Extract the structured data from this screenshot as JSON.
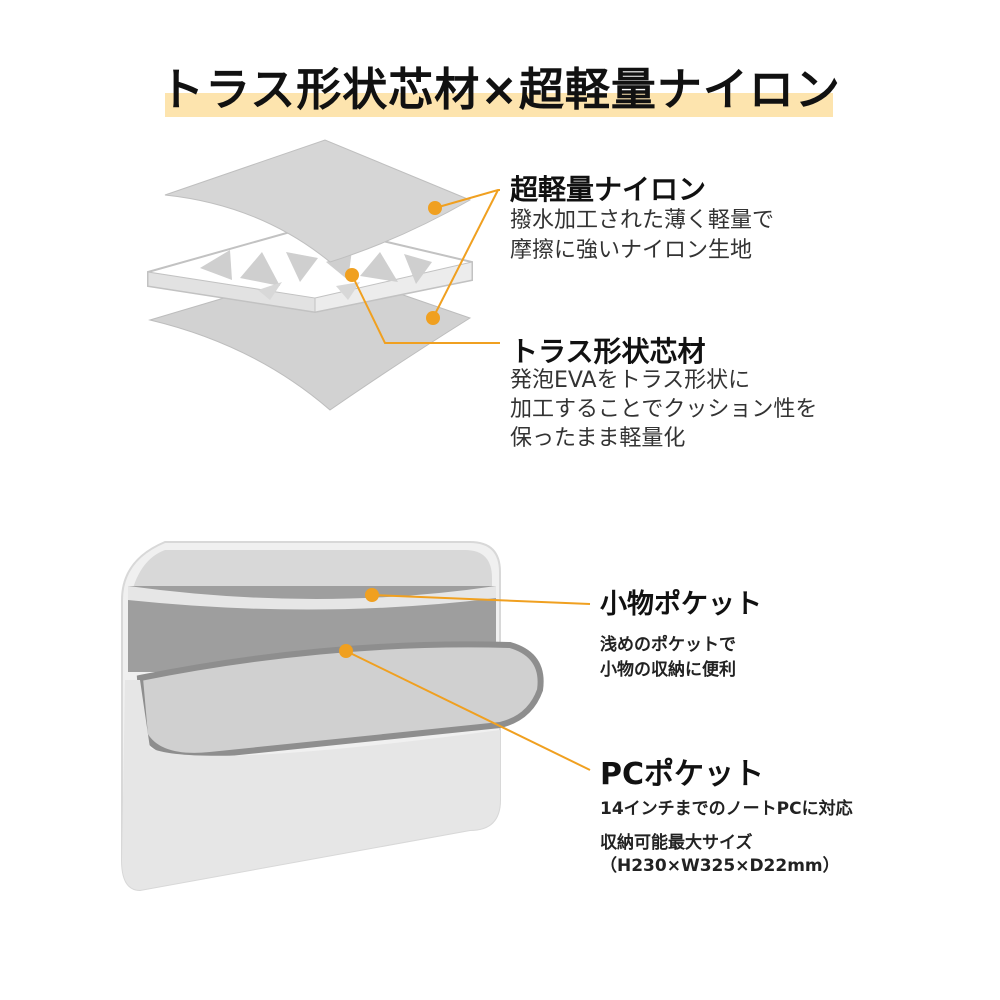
{
  "title": "トラス形状芯材×超軽量ナイロン",
  "layers": {
    "nylon": {
      "label": "超軽量ナイロン",
      "desc": [
        "撥水加工された薄く軽量で",
        "摩擦に強いナイロン生地"
      ]
    },
    "truss": {
      "label": "トラス形状芯材",
      "desc": [
        "発泡EVAをトラス形状に",
        "加工することでクッション性を",
        "保ったまま軽量化"
      ]
    }
  },
  "pockets": {
    "small": {
      "label": "小物ポケット",
      "desc": [
        "浅めのポケットで",
        "小物の収納に便利"
      ]
    },
    "pc": {
      "label": "PCポケット",
      "desc": "14インチまでのノートPCに対応",
      "size": [
        "収納可能最大サイズ",
        "（H230×W325×D22mm）"
      ]
    }
  },
  "colors": {
    "accent": "#f0a020",
    "highlight": "#fde4ae",
    "sheet": "#d3d3d3",
    "pocket_dark": "#9a9a9a"
  }
}
